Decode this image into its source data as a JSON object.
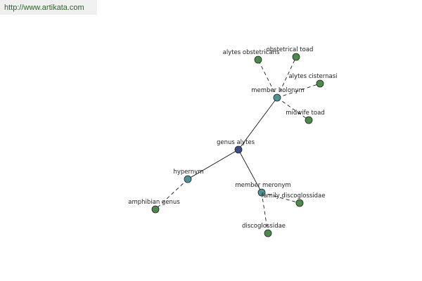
{
  "header": {
    "url": "http://www.artikata.com"
  },
  "colors": {
    "center": "#3a4f8a",
    "relation": "#4d9296",
    "leaf": "#4b8a4b"
  },
  "nodes": [
    {
      "id": "genus-alytes",
      "label": "genus alytes",
      "kind": "center"
    },
    {
      "id": "hypernym",
      "label": "hypernym",
      "kind": "relation"
    },
    {
      "id": "member-holonym",
      "label": "member holonym",
      "kind": "relation"
    },
    {
      "id": "member-meronym",
      "label": "member meronym",
      "kind": "relation"
    },
    {
      "id": "amphibian-genus",
      "label": "amphibian genus",
      "kind": "leaf"
    },
    {
      "id": "alytes-obstetricans",
      "label": "alytes obstetricans",
      "kind": "leaf"
    },
    {
      "id": "obstetrical-toad",
      "label": "obstetrical toad",
      "kind": "leaf"
    },
    {
      "id": "alytes-cisternasi",
      "label": "alytes cisternasi",
      "kind": "leaf"
    },
    {
      "id": "midwife-toad",
      "label": "midwife toad",
      "kind": "leaf"
    },
    {
      "id": "family-discoglossidae",
      "label": "family discoglossidae",
      "kind": "leaf"
    },
    {
      "id": "discoglossidae",
      "label": "discoglossidae",
      "kind": "leaf"
    }
  ],
  "edges": [
    {
      "from": "genus-alytes",
      "to": "hypernym",
      "style": "solid"
    },
    {
      "from": "genus-alytes",
      "to": "member-holonym",
      "style": "solid"
    },
    {
      "from": "genus-alytes",
      "to": "member-meronym",
      "style": "solid"
    },
    {
      "from": "hypernym",
      "to": "amphibian-genus",
      "style": "dashed"
    },
    {
      "from": "member-holonym",
      "to": "alytes-obstetricans",
      "style": "dashed"
    },
    {
      "from": "member-holonym",
      "to": "obstetrical-toad",
      "style": "dashed"
    },
    {
      "from": "member-holonym",
      "to": "alytes-cisternasi",
      "style": "dashed"
    },
    {
      "from": "member-holonym",
      "to": "midwife-toad",
      "style": "dashed"
    },
    {
      "from": "member-meronym",
      "to": "family-discoglossidae",
      "style": "dashed"
    },
    {
      "from": "member-meronym",
      "to": "discoglossidae",
      "style": "dashed"
    }
  ]
}
